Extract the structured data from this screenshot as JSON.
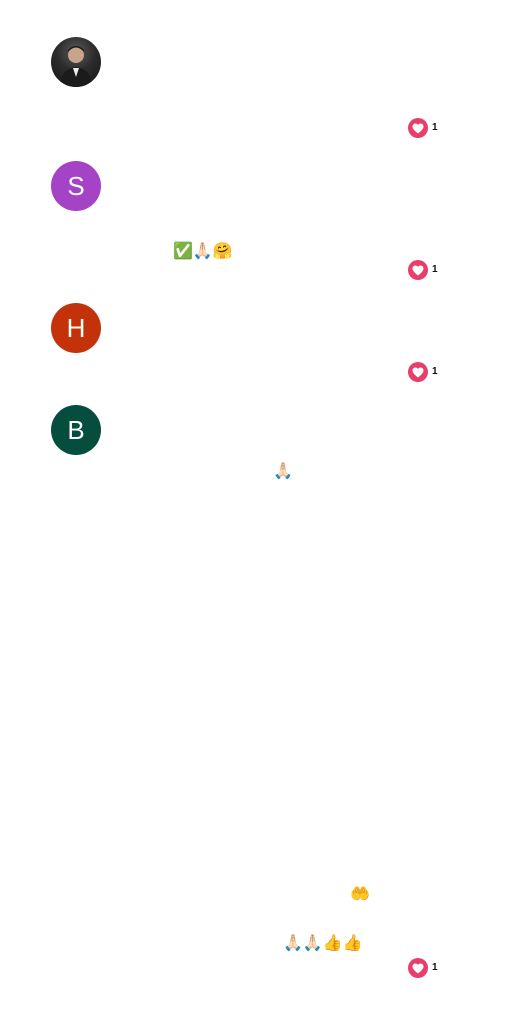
{
  "theme": {
    "heart_color": "#e83e6b",
    "avatar_colors": {
      "s": "#a443c6",
      "h": "#c4320a",
      "b": "#054d3c"
    }
  },
  "comments": [
    {
      "avatar": {
        "type": "photo"
      },
      "text": "",
      "reaction": {
        "icon": "heart-icon",
        "count": "1"
      }
    },
    {
      "avatar": {
        "type": "letter",
        "letter": "S"
      },
      "text": "✅🙏🏻🤗",
      "reaction": {
        "icon": "heart-icon",
        "count": "1"
      }
    },
    {
      "avatar": {
        "type": "letter",
        "letter": "H"
      },
      "text": "",
      "reaction": {
        "icon": "heart-icon",
        "count": "1"
      }
    },
    {
      "avatar": {
        "type": "letter",
        "letter": "B"
      },
      "text": "🙏🏻",
      "reaction": null
    },
    {
      "avatar": null,
      "text": "🤲",
      "reaction": null
    },
    {
      "avatar": null,
      "text": "🙏🏻🙏🏻👍👍",
      "reaction": {
        "icon": "heart-icon",
        "count": "1"
      }
    }
  ]
}
